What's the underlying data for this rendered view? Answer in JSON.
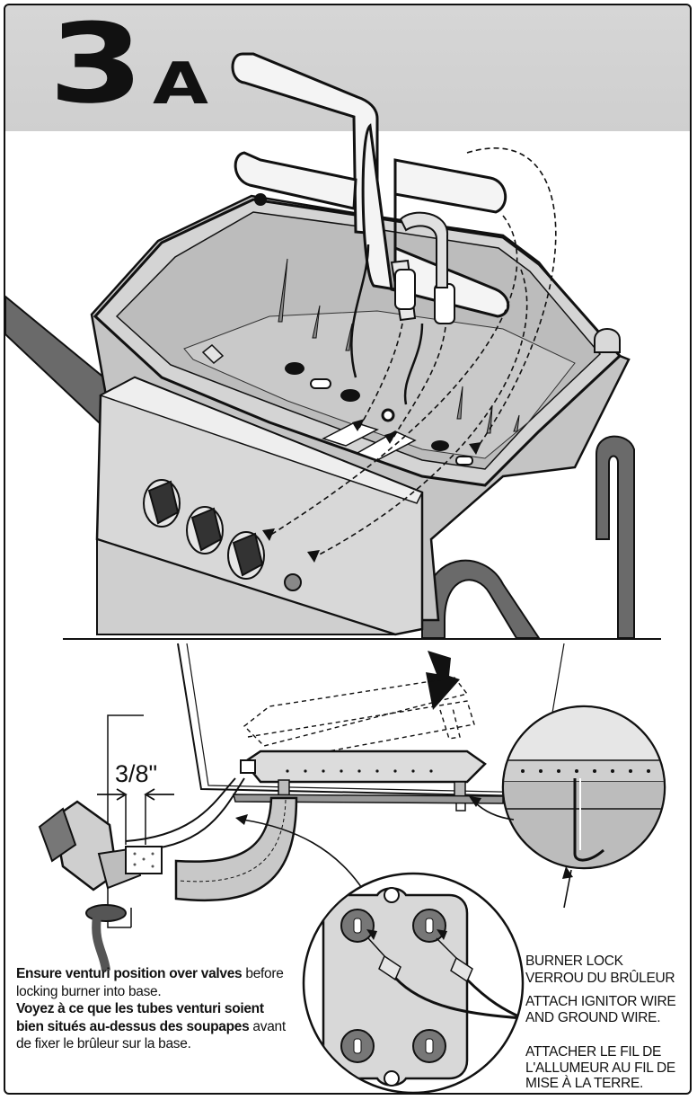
{
  "step": {
    "number": "3",
    "letter": "A"
  },
  "measurement": {
    "label": "3/8\""
  },
  "labels": {
    "burner_lock_en": "BURNER LOCK",
    "burner_lock_fr": "VERROU DU BRÛLEUR",
    "attach_en": "ATTACH IGNITOR WIRE AND GROUND WIRE.",
    "attach_fr": "ATTACHER LE FIL DE L'ALLUMEUR AU FIL DE MISE À LA TERRE."
  },
  "note": {
    "en_bold": "Ensure venturi position over valves",
    "en_rest": " before locking burner into base.",
    "fr_bold": "Voyez à ce que les tubes venturi soient bien situés au-dessus des soupapes",
    "fr_rest": " avant de fixer le brûleur sur la base."
  },
  "colors": {
    "band": "#d2d2d2",
    "ink": "#111111",
    "shade": "#bdbdbd",
    "dark": "#555555"
  }
}
